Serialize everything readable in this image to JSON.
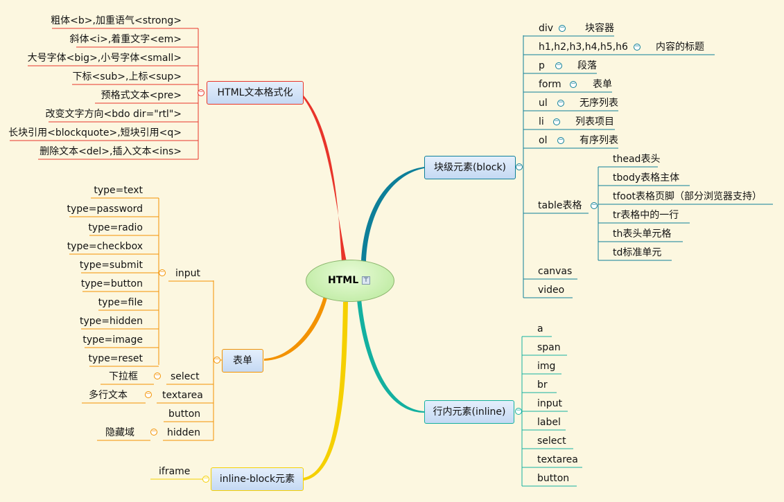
{
  "root": {
    "label": "HTML",
    "icon": "note-icon"
  },
  "branches": {
    "text_format": {
      "label": "HTML文本格式化",
      "color": "#e8342a",
      "items": [
        "粗体<b>,加重语气<strong>",
        "斜体<i>,着重文字<em>",
        "大号字体<big>,小号字体<small>",
        "下标<sub>,上标<sup>",
        "预格式文本<pre>",
        "改变文字方向<bdo dir=\"rtl\">",
        "长块引用<blockquote>,短块引用<q>",
        "删除文本<del>,插入文本<ins>"
      ]
    },
    "form": {
      "label": "表单",
      "color": "#f39200",
      "input": {
        "label": "input",
        "types": [
          "type=text",
          "type=password",
          "type=radio",
          "type=checkbox",
          "type=submit",
          "type=button",
          "type=file",
          "type=hidden",
          "type=image",
          "type=reset"
        ]
      },
      "select": {
        "label": "select",
        "note": "下拉框"
      },
      "textarea": {
        "label": "textarea",
        "note": "多行文本"
      },
      "button": {
        "label": "button"
      },
      "hidden": {
        "label": "hidden",
        "note": "隐藏域"
      }
    },
    "inline_block": {
      "label": "inline-block元素",
      "color": "#f5d000",
      "items": [
        "iframe"
      ]
    },
    "block": {
      "label": "块级元素(block)",
      "color": "#0d7f99",
      "items": [
        {
          "tag": "div",
          "desc": "块容器"
        },
        {
          "tag": "h1,h2,h3,h4,h5,h6",
          "desc": "内容的标题"
        },
        {
          "tag": "p",
          "desc": "段落"
        },
        {
          "tag": "form",
          "desc": "表单"
        },
        {
          "tag": "ul",
          "desc": "无序列表"
        },
        {
          "tag": "li",
          "desc": "列表项目"
        },
        {
          "tag": "ol",
          "desc": "有序列表"
        }
      ],
      "table": {
        "label": "table表格",
        "items": [
          "thead表头",
          "tbody表格主体",
          "tfoot表格页脚（部分浏览器支持）",
          "tr表格中的一行",
          "th表头单元格",
          "td标准单元"
        ]
      },
      "extra": [
        "canvas",
        "video"
      ]
    },
    "inline": {
      "label": "行内元素(inline)",
      "color": "#13b0a0",
      "items": [
        "a",
        "span",
        "img",
        "br",
        "input",
        "label",
        "select",
        "textarea",
        "button"
      ]
    }
  }
}
